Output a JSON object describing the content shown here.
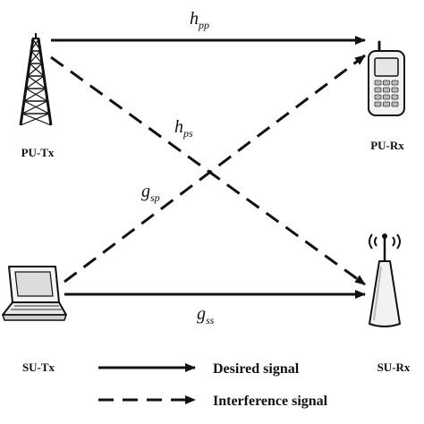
{
  "nodes": {
    "pu_tx": "PU-Tx",
    "pu_rx": "PU-Rx",
    "su_tx": "SU-Tx",
    "su_rx": "SU-Rx"
  },
  "channels": {
    "hpp": {
      "base": "h",
      "sub": "pp"
    },
    "hps": {
      "base": "h",
      "sub": "ps"
    },
    "gsp": {
      "base": "g",
      "sub": "sp"
    },
    "gss": {
      "base": "g",
      "sub": "ss"
    }
  },
  "legend": {
    "desired": "Desired signal",
    "interference": "Interference signal"
  },
  "colors": {
    "line": "#111111",
    "phone_body": "#f2f2f2",
    "screen": "#e6e6e6"
  }
}
